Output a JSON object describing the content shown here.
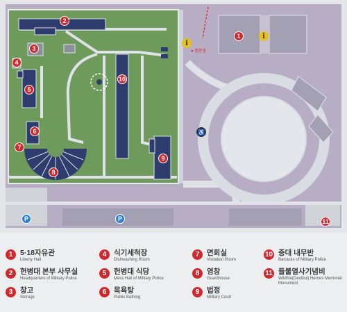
{
  "map": {
    "markers": [
      "1",
      "2",
      "3",
      "4",
      "5",
      "6",
      "7",
      "8",
      "9",
      "10",
      "1",
      "11"
    ],
    "entrance_label": "● 정문경",
    "parking_label": "P",
    "info_label": "i",
    "restroom_label": "♿"
  },
  "legend": [
    {
      "num": "1",
      "ko": "5·18자유관",
      "en": "Liberty Hall"
    },
    {
      "num": "2",
      "ko": "헌병대 본부 사무실",
      "en": "Headquarters of Military Police"
    },
    {
      "num": "3",
      "ko": "창고",
      "en": "Storage"
    },
    {
      "num": "4",
      "ko": "식기세척장",
      "en": "Dishwashing Room"
    },
    {
      "num": "5",
      "ko": "헌병대 식당",
      "en": "Mess Hall of Military Police"
    },
    {
      "num": "6",
      "ko": "목욕탕",
      "en": "Public Bathing"
    },
    {
      "num": "7",
      "ko": "면회실",
      "en": "Visitation Room"
    },
    {
      "num": "8",
      "ko": "영창",
      "en": "Guardhouse"
    },
    {
      "num": "9",
      "ko": "법정",
      "en": "Military Court"
    },
    {
      "num": "10",
      "ko": "중대 내무반",
      "en": "Barracks of Military Police"
    },
    {
      "num": "11",
      "ko": "들불열사기념비",
      "en": "Wildfire(Deulbul) Heroes Memorial Monument"
    }
  ],
  "colors": {
    "grass": "#6e9a5c",
    "building": "#2e3d6e",
    "path": "#d9dde3",
    "plaza": "#b8aec7",
    "marker": "#d1282e"
  }
}
